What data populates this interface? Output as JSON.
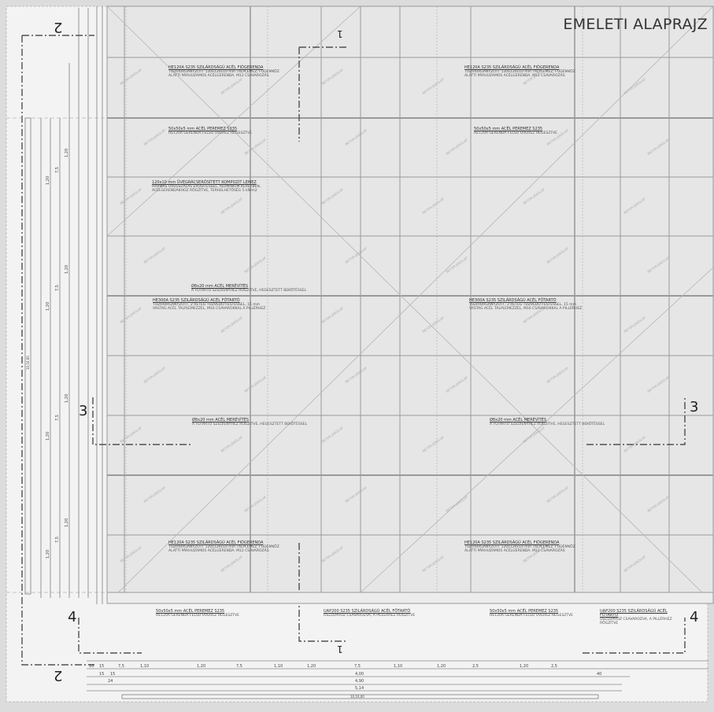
{
  "title": "EMELETI ALAPRAJZ",
  "section_markers": {
    "s1_top": "1",
    "s1_bottom": "1",
    "s2_top": "2",
    "s2_bottom": "2",
    "s3_left": "3",
    "s3_right": "3",
    "s4_left": "4",
    "s4_right": "4"
  },
  "notes": [
    {
      "head": "HE120A S235 SZILÁRDSÁGÚ ACÉL FIÓGERENDA",
      "body": "TÜZIHORGANYZOTT 120x120x10 mm TALPLEMEZ, FÖDÉMKÖZ ALATTI PÁRHUZAMOS ACÉLGERENDA. M12 CSAVAROZÁS"
    },
    {
      "head": "HE120A S235 SZILÁRDSÁGÚ ACÉL FIÓGERENDA",
      "body": "TÜZIHORGANYZOTT 120x120x10 mm TALPLEMEZ, FÖDÉMKÖZ ALATTI PÁRHUZAMOS ACÉLGERENDA. M12 CSAVAROZÁS"
    },
    {
      "head": "50x50x5 mm ACÉL PEREMEZ S235",
      "body": "HE120A GERENDA FELSŐ ÖVÉHEZ HEGESZTVE"
    },
    {
      "head": "50x50x5 mm ACÉL PEREMEZ S235",
      "body": "HE120A GERENDA FELSŐ ÖVÉHEZ HEGESZTVE"
    },
    {
      "head": "120x10 mm ÜVEGRÁCSERŐSÍTETT KOMPOZIT LEMEZ",
      "body": "HÁRMAS ÜVEGSZÁLAS ERŐSÍTÉSSEL, ALUMÍNIUM KERETBEN, ACÉLGERENDÁKHOZ RÖGZÍTVE, TERHELHETŐSÉG 5 kN/m2"
    },
    {
      "head": "Ø8x20 mm ACÉL MERÉVÍTÉS",
      "body": "A FŐTARTÓ SZELVÉNYHEZ RÖGZÍTVE, HEGESZTETT BEKÖTÉSSEL"
    },
    {
      "head": "HE300A S235 SZILÁRDSÁGÚ ACÉL FŐTARTÓ",
      "body": "TÜZIHORGANYZOTT, 2 RÉTEG TŰZVÉDŐ FESTÉSSEL, 15 mm VASTAG ACÉL TALPLEMEZZEL, M16 CSAVAROKKAL A PILLÉRHEZ"
    },
    {
      "head": "HE300A S235 SZILÁRDSÁGÚ ACÉL FŐTARTÓ",
      "body": "TÜZIHORGANYZOTT, 2 RÉTEG TŰZVÉDŐ FESTÉSSEL, 15 mm VASTAG ACÉL TALPLEMEZZEL, M16 CSAVAROKKAL A PILLÉRHEZ"
    },
    {
      "head": "Ø8x20 mm ACÉL MERÉVÍTÉS",
      "body": "A FŐTARTÓ SZELVÉNYHEZ RÖGZÍTVE, HEGESZTETT BEKÖTÉSSEL"
    },
    {
      "head": "Ø8x20 mm ACÉL MERÉVÍTÉS",
      "body": "A FŐTARTÓ SZELVÉNYHEZ RÖGZÍTVE, HEGESZTETT BEKÖTÉSSEL"
    },
    {
      "head": "HE120A S235 SZILÁRDSÁGÚ ACÉL FIÓGERENDA",
      "body": "TÜZIHORGANYZOTT 120x120x10 mm TALPLEMEZ, FÖDÉMKÖZ ALATTI PÁRHUZAMOS ACÉLGERENDA. M12 CSAVAROZÁS"
    },
    {
      "head": "HE120A S235 SZILÁRDSÁGÚ ACÉL FIÓGERENDA",
      "body": "TÜZIHORGANYZOTT 120x120x10 mm TALPLEMEZ, FÖDÉMKÖZ ALATTI PÁRHUZAMOS ACÉLGERENDA. M12 CSAVAROZÁS"
    },
    {
      "head": "50x50x5 mm ACÉL PEREMEZ S235",
      "body": "HE120A GERENDA FELSŐ ÖVÉHEZ HEGESZTVE"
    },
    {
      "head": "UAP200 S235 SZILÁRDSÁGÚ ACÉL FŐTARTÓ",
      "body": "OSZLOPHOZ CSAVAROZVA, A PILLÉRHEZ RÖGZÍTVE"
    },
    {
      "head": "50x50x5 mm ACÉL PEREMEZ S235",
      "body": "HE120A GERENDA FELSŐ ÖVÉHEZ HEGESZTVE"
    },
    {
      "head": "UAP200 S235 SZILÁRDSÁGÚ ACÉL FŐTARTÓ",
      "body": "OSZLOPHOZ CSAVAROZVA, A PILLÉRHEZ RÖGZÍTVE"
    }
  ],
  "panel_label": "BETON JÁRÓLAP",
  "dims_bottom": {
    "row1": [
      "10",
      "15",
      "7,5",
      "1,10",
      "1,20",
      "7,5",
      "1,10",
      "1,20",
      "7,5",
      "1,10",
      "1,20",
      "2,5",
      "1,20",
      "2,5"
    ],
    "row2": [
      "15",
      "15",
      "4,00",
      "40"
    ],
    "row3": [
      "24",
      "4,90"
    ],
    "row4": [
      "5,14"
    ],
    "total": "10,10,00"
  },
  "dims_left": {
    "labels": [
      "1,20",
      "7,5",
      "1,20",
      "1,20",
      "7,5",
      "1,20",
      "1,20",
      "7,5",
      "1,20",
      "1,20",
      "7,5",
      "1,20"
    ],
    "total": "10,10,00"
  },
  "colors": {
    "grid": "#9a9a9a",
    "paper": "#ededed",
    "line": "#444"
  }
}
